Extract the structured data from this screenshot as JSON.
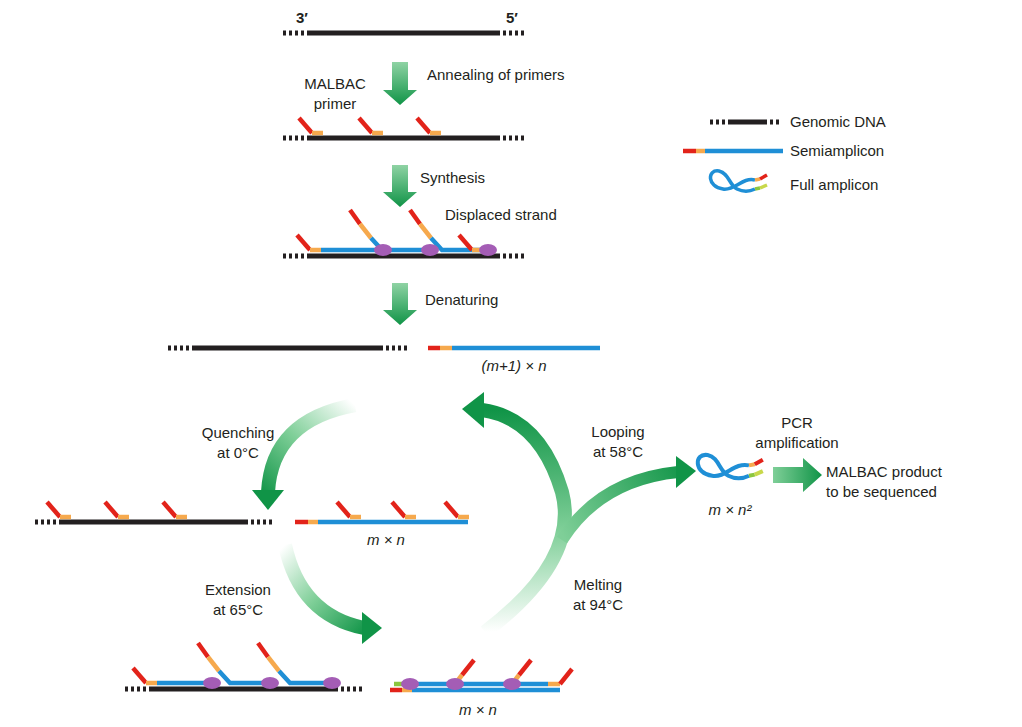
{
  "diagram": {
    "labels": [
      "3′",
      "5′",
      "MALBAC primer",
      "Annealing of primers",
      "Synthesis",
      "Displaced strand",
      "Denaturing",
      "(m+1) × n",
      "Quenching at 0°C",
      "Looping at 58°C",
      "PCR amplification",
      "MALBAC product to be sequenced",
      "m × n²",
      "m × n",
      "Extension at 65°C",
      "Melting at 94°C",
      "m × n"
    ],
    "legend": [
      {
        "text": "Genomic DNA"
      },
      {
        "text": "Semiamplicon"
      },
      {
        "text": "Full amplicon"
      }
    ]
  }
}
